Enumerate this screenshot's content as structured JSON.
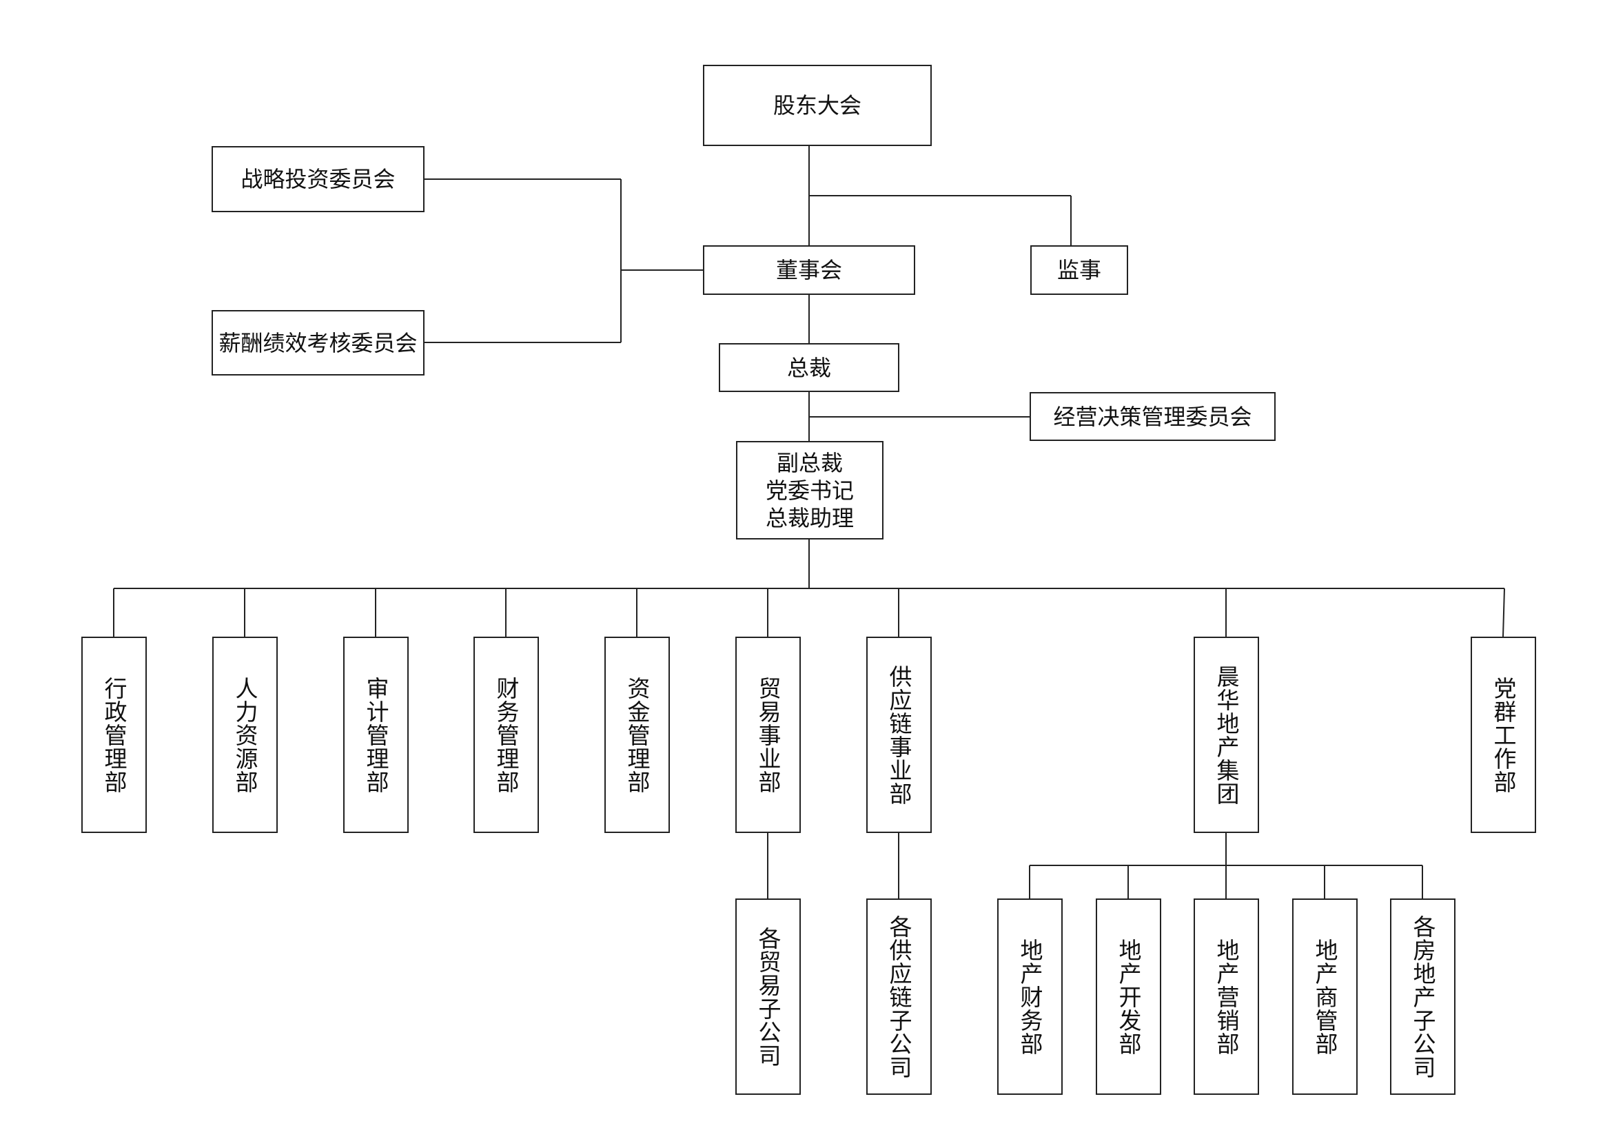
{
  "governance": {
    "shareholders": "股东大会",
    "strategy_committee": "战略投资委员会",
    "compensation_committee": "薪酬绩效考核委员会",
    "board": "董事会",
    "supervisor": "监事",
    "president": "总裁",
    "operations_committee": "经营决策管理委员会",
    "executives": [
      "副总裁",
      "党委书记",
      "总裁助理"
    ]
  },
  "departments": [
    "行政管理部",
    "人力资源部",
    "审计管理部",
    "财务管理部",
    "资金管理部",
    "贸易事业部",
    "供应链事业部",
    "晨华地产集团",
    "党群工作部"
  ],
  "subsidiaries": {
    "trade": "各贸易子公司",
    "supply_chain": "各供应链子公司"
  },
  "real_estate_units": [
    "地产财务部",
    "地产开发部",
    "地产营销部",
    "地产商管部",
    "各房地产子公司"
  ]
}
